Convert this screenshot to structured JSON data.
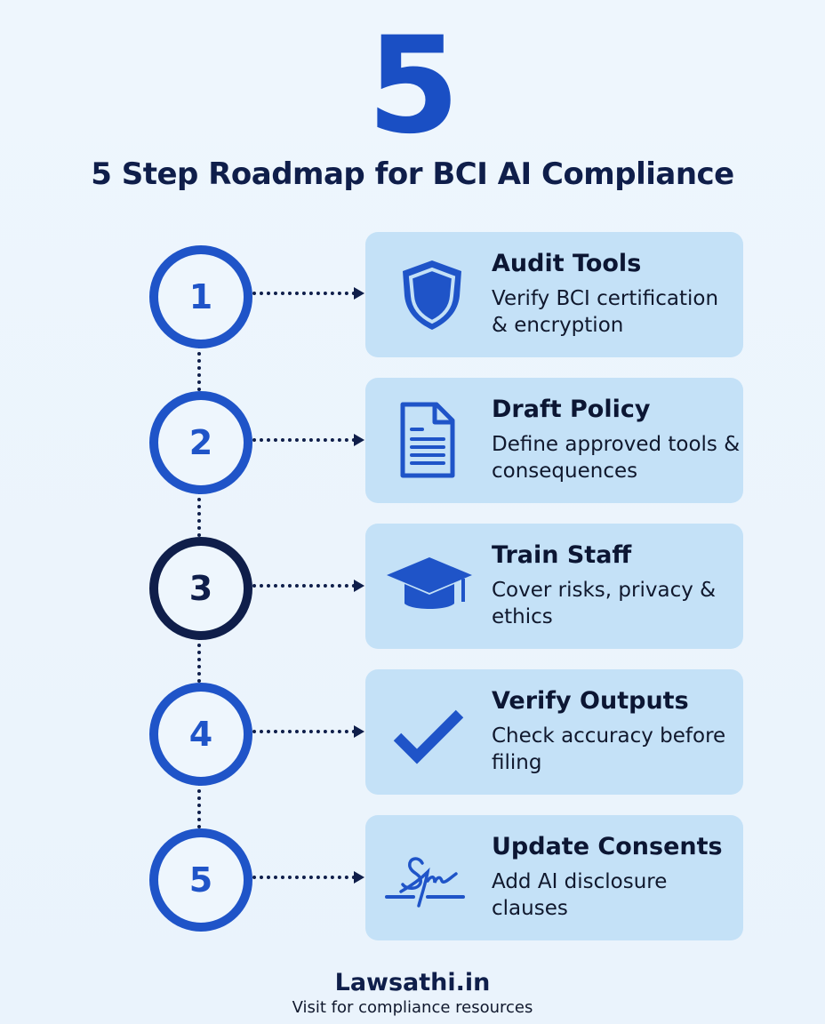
{
  "header": {
    "big_number": "5",
    "title": "5 Step Roadmap for BCI AI Compliance"
  },
  "colors": {
    "accent": "#1f54c8",
    "dark": "#0f1e4a",
    "card_bg": "#c4e1f7",
    "background": "#eef6fd"
  },
  "steps": [
    {
      "number": "1",
      "icon": "shield-icon",
      "title": "Audit Tools",
      "desc": "Verify BCI certification & encryption"
    },
    {
      "number": "2",
      "icon": "document-icon",
      "title": "Draft Policy",
      "desc": "Define approved tools & consequences"
    },
    {
      "number": "3",
      "icon": "graduation-cap-icon",
      "title": "Train Staff",
      "desc": "Cover risks, privacy & ethics"
    },
    {
      "number": "4",
      "icon": "checkmark-icon",
      "title": "Verify Outputs",
      "desc": "Check accuracy before filing"
    },
    {
      "number": "5",
      "icon": "signature-icon",
      "title": "Update Consents",
      "desc": "Add AI disclosure clauses"
    }
  ],
  "footer": {
    "brand": "Lawsathi.in",
    "tagline": "Visit for compliance resources"
  }
}
